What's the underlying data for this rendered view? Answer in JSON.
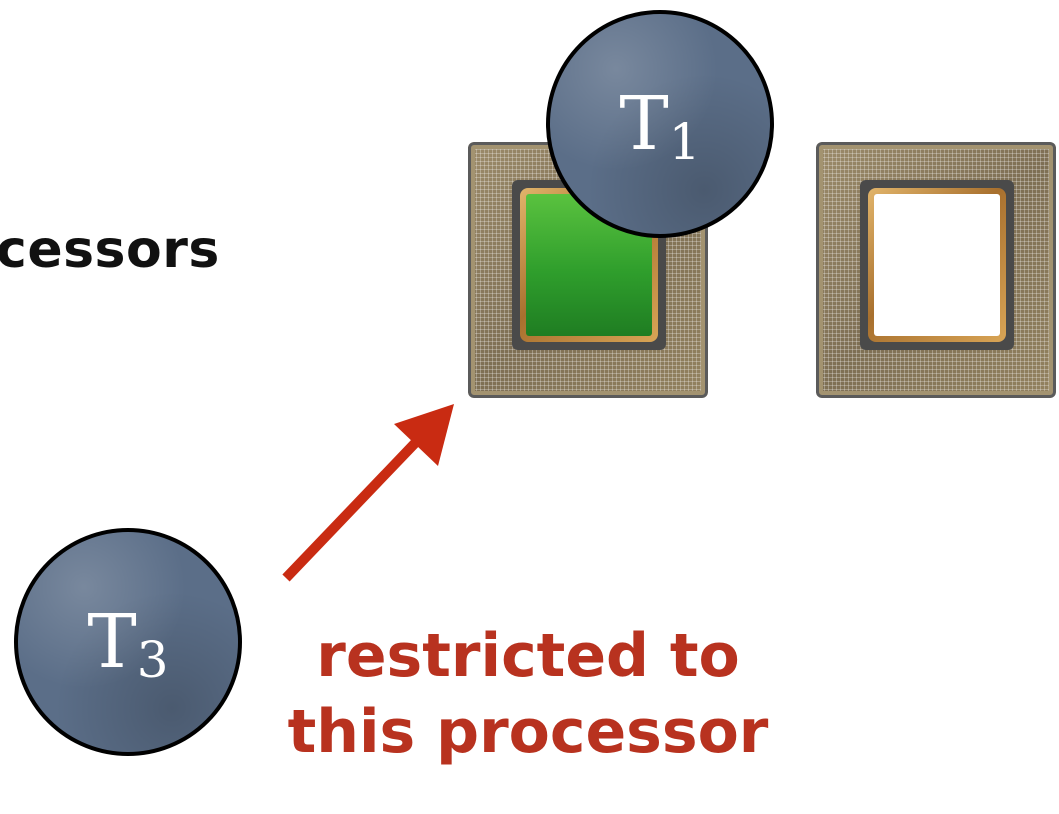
{
  "heading": {
    "text": "cessors"
  },
  "threads": {
    "t1": {
      "letter": "T",
      "subscript": "1"
    },
    "t3": {
      "letter": "T",
      "subscript": "3"
    }
  },
  "processors": [
    {
      "state": "busy",
      "die_color": "#35a82f"
    },
    {
      "state": "idle",
      "die_color": "#ffffff"
    }
  ],
  "caption": {
    "line1": "restricted to",
    "line2": "this processor",
    "color": "#b8321f"
  },
  "arrow": {
    "color": "#c92b12"
  }
}
